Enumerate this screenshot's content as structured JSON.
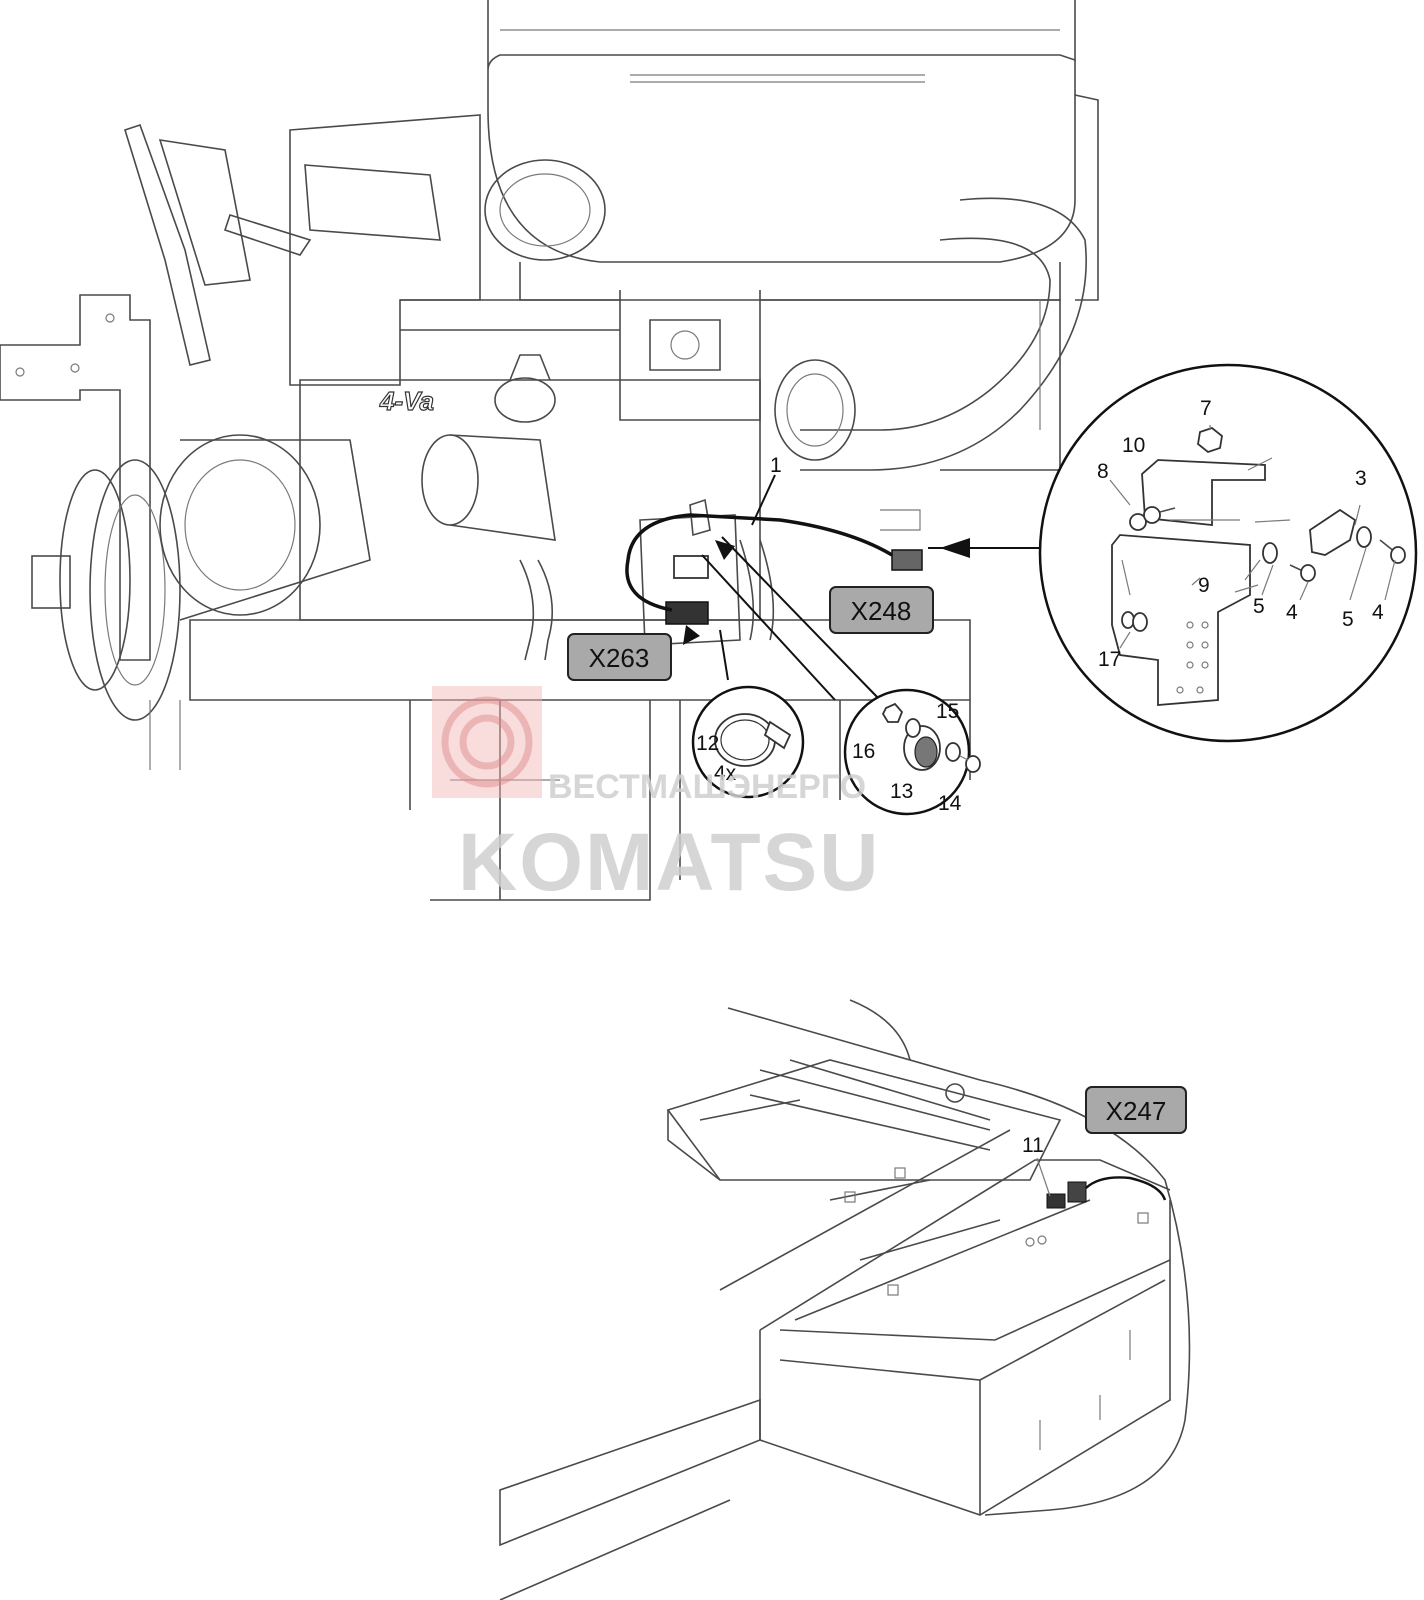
{
  "connectors": {
    "x248": "X248",
    "x263": "X263",
    "x247": "X247"
  },
  "engine_cast_text": "4-Va",
  "callouts": {
    "c1": "1",
    "c3": "3",
    "c4a": "4",
    "c4b": "4",
    "c5a": "5",
    "c5b": "5",
    "c7": "7",
    "c8": "8",
    "c9": "9",
    "c10": "10",
    "c11": "11",
    "c12": "12",
    "c12_qty": "4x",
    "c13": "13",
    "c14": "14",
    "c15": "15",
    "c16": "16",
    "c17": "17"
  },
  "watermark": {
    "brand": "KOMATSU",
    "sub": "ВЕСТМАШЭНЕРГО"
  },
  "colors": {
    "tag_fill": "#a9a9a9",
    "line": "#4a4a4a",
    "watermark": "#cfcfcf",
    "watermark_accent": "#f2b5b5"
  }
}
